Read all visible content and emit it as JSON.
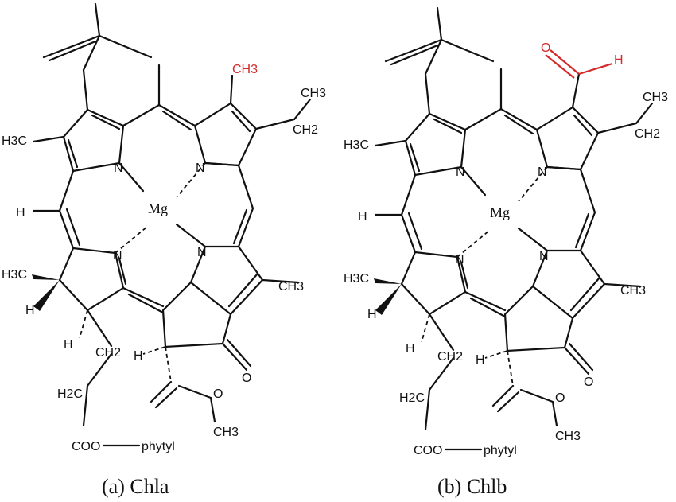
{
  "captions": {
    "a": "(a) Chla",
    "b": "(b) Chlb"
  },
  "labels": {
    "h3c": "H3C",
    "ch3": "CH3",
    "ch2": "CH2",
    "h2c": "H2C",
    "n": "N",
    "mg": "Mg",
    "h": "H",
    "o": "O",
    "coo": "COO",
    "phytyl": "phytyl"
  },
  "highlights": {
    "chla_substituent": "CH3",
    "chlb_substituent": "CHO",
    "color": "#d42a2a"
  }
}
